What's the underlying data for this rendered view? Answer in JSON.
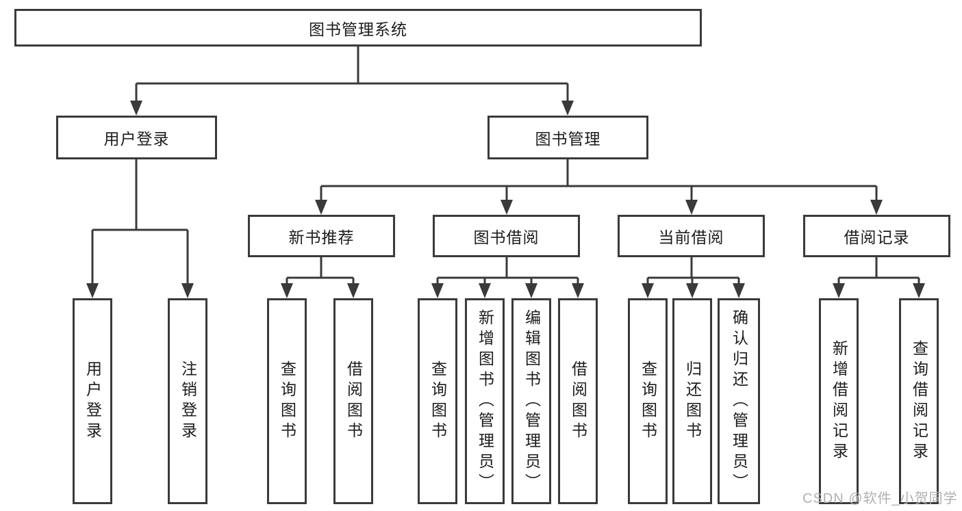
{
  "colors": {
    "line": "#3a3a3a",
    "box_border": "#3a3a3a",
    "text": "#1c1c1c",
    "watermark": "#b0b0b0"
  },
  "diagram": {
    "root": "图书管理系统",
    "user_login": {
      "label": "用户登录",
      "children": {
        "login": "用户登录",
        "logout": "注销登录"
      }
    },
    "book_management": {
      "label": "图书管理",
      "new_book_recommend": {
        "label": "新书推荐",
        "children": {
          "query": "查询图书",
          "borrow": "借阅图书"
        }
      },
      "book_borrow": {
        "label": "图书借阅",
        "children": {
          "query": "查询图书",
          "add": "新增图书（管理员）",
          "edit": "编辑图书（管理员）",
          "borrow": "借阅图书"
        }
      },
      "current_borrow": {
        "label": "当前借阅",
        "children": {
          "query": "查询图书",
          "return": "归还图书",
          "confirm": "确认归还（管理员）"
        }
      },
      "borrow_records": {
        "label": "借阅记录",
        "children": {
          "add": "新增借阅记录",
          "query": "查询借阅记录"
        }
      }
    }
  },
  "watermark": "CSDN @软件_小贺同学"
}
